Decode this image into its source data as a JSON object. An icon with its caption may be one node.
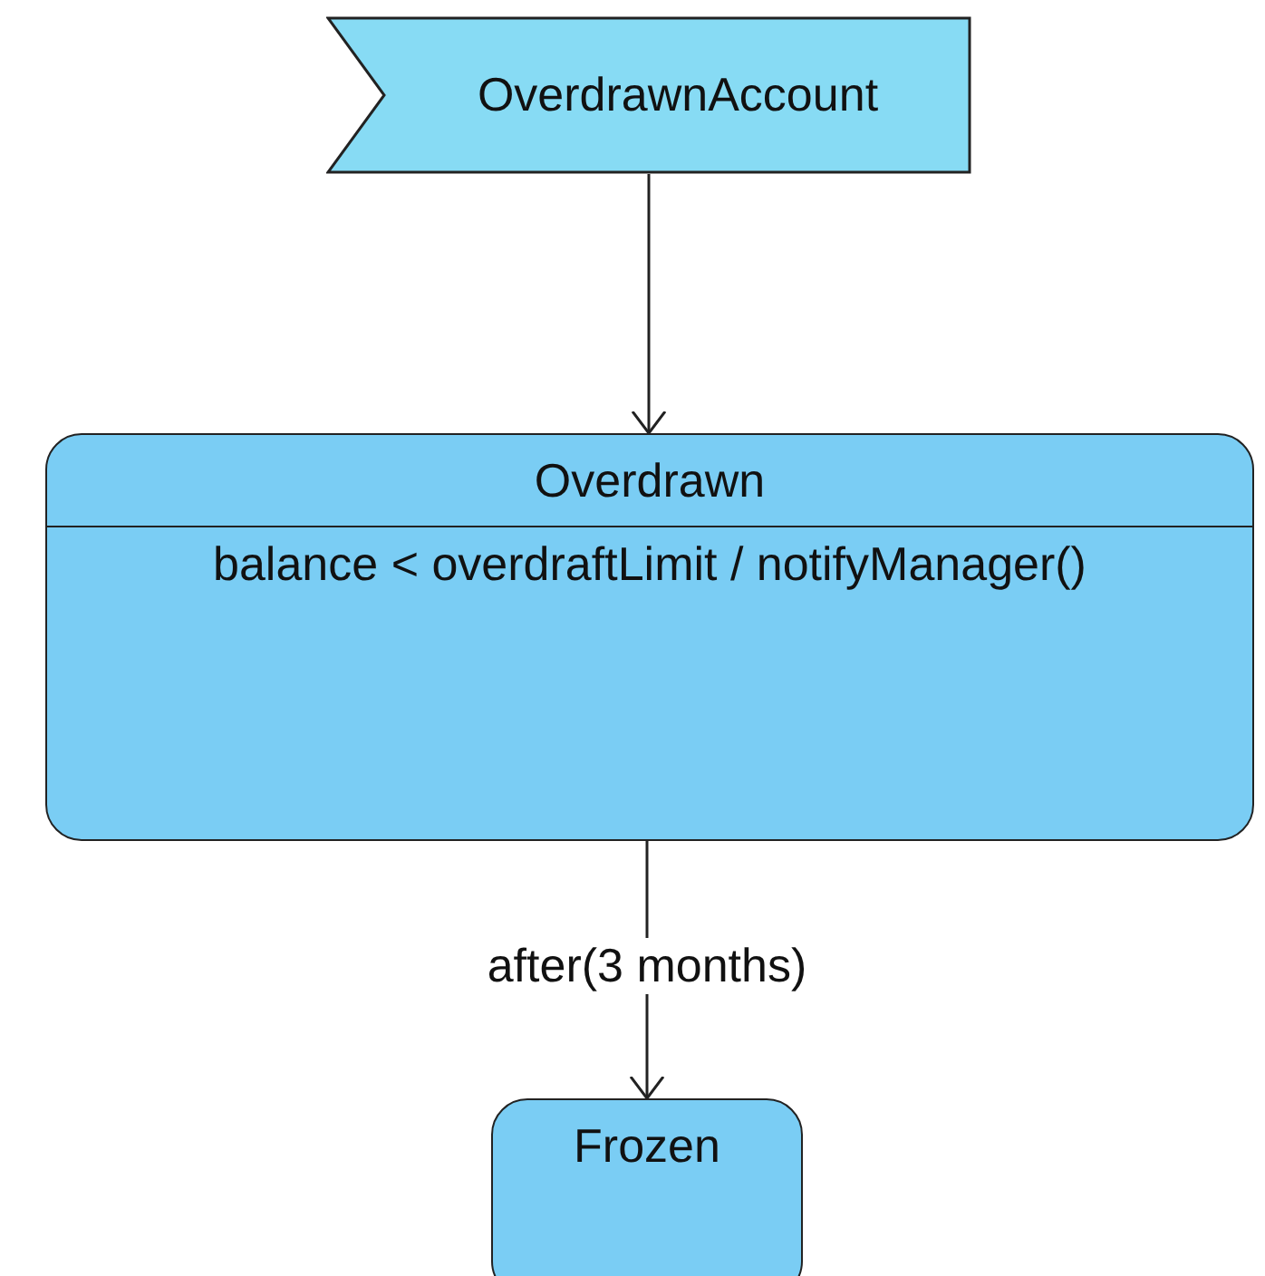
{
  "diagram": {
    "nodes": [
      {
        "text": [
          "OverdrawnAccount"
        ]
      },
      {
        "text": [
          "Overdrawn",
          "balance < overdraftLimit / notifyManager()"
        ]
      },
      {
        "text": [
          "Frozen"
        ]
      }
    ],
    "edges": [
      {
        "from": 0,
        "to": 1,
        "arrow": "to"
      },
      {
        "from": 1,
        "to": 2,
        "arrow": "to",
        "label": "after(3 months)"
      }
    ]
  }
}
